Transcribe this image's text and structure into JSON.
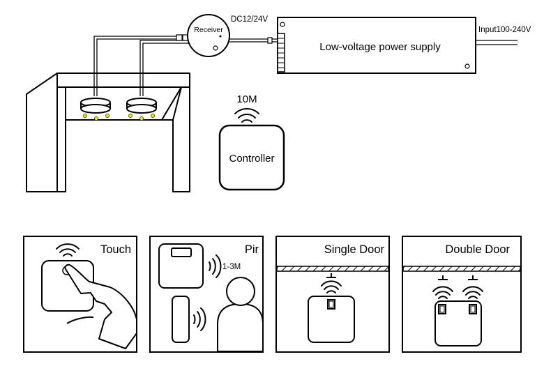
{
  "top": {
    "receiver_label": "Receiver",
    "power_supply_label": "Low-voltage power supply",
    "output_voltage": "DC12/24V",
    "input_voltage": "Input100-240V",
    "range_label": "10M",
    "controller_label": "Controller"
  },
  "panels": [
    {
      "title": "Touch"
    },
    {
      "title": "Pir",
      "range": "1-3M"
    },
    {
      "title": "Single Door"
    },
    {
      "title": "Double Door"
    }
  ],
  "colors": {
    "led": "#f2e600",
    "stroke": "#000000",
    "background": "#ffffff"
  }
}
